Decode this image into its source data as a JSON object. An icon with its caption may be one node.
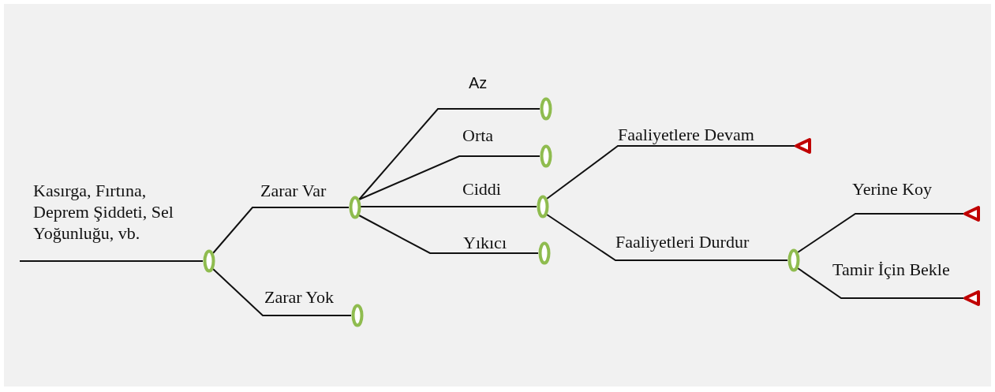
{
  "diagram": {
    "nodes": [
      {
        "text": [],
        "shape": "circle"
      },
      {
        "text": [],
        "shape": "circle"
      },
      {
        "text": [],
        "shape": "circle"
      },
      {
        "text": [],
        "shape": "circle"
      },
      {
        "text": [],
        "shape": "circle"
      },
      {
        "text": [],
        "shape": "circle"
      },
      {
        "text": [],
        "shape": "circle"
      },
      {
        "text": [],
        "shape": "triangle"
      },
      {
        "text": [],
        "shape": "circle"
      },
      {
        "text": [],
        "shape": "triangle"
      },
      {
        "text": [],
        "shape": "triangle"
      }
    ],
    "edges": [
      {
        "from": null,
        "to": 0,
        "arrow": "none",
        "label": "Kasırga, Fırtına, Deprem Şiddeti, Sel Yoğunluğu, vb."
      },
      {
        "from": 0,
        "to": 1,
        "arrow": "none",
        "label": "Zarar Var"
      },
      {
        "from": 0,
        "to": 2,
        "arrow": "none",
        "label": "Zarar Yok"
      },
      {
        "from": 1,
        "to": 3,
        "arrow": "none",
        "label": "Az"
      },
      {
        "from": 1,
        "to": 4,
        "arrow": "none",
        "label": "Orta"
      },
      {
        "from": 1,
        "to": 5,
        "arrow": "none",
        "label": "Ciddi"
      },
      {
        "from": 1,
        "to": 6,
        "arrow": "none",
        "label": "Yıkıcı"
      },
      {
        "from": 5,
        "to": 7,
        "arrow": "none",
        "label": "Faaliyetlere Devam"
      },
      {
        "from": 5,
        "to": 8,
        "arrow": "none",
        "label": "Faaliyetleri Durdur"
      },
      {
        "from": 8,
        "to": 9,
        "arrow": "none",
        "label": "Yerine Koy"
      },
      {
        "from": 8,
        "to": 10,
        "arrow": "none",
        "label": "Tamir İçin Bekle"
      }
    ]
  }
}
